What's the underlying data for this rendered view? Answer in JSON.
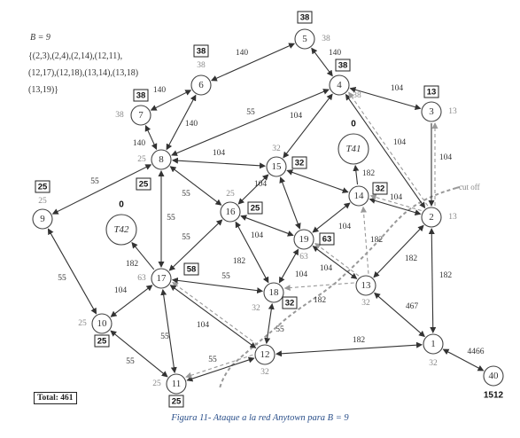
{
  "header": {
    "budget": "B = 9",
    "pairs_lines": [
      "{(2,3),(2,4),(2,14),(12,11),",
      "(12,17),(12,18),(13,14),(13,18)",
      "(13,19)}"
    ]
  },
  "nodes": [
    {
      "id": "1",
      "label": "1"
    },
    {
      "id": "2",
      "label": "2"
    },
    {
      "id": "3",
      "label": "3"
    },
    {
      "id": "4",
      "label": "4"
    },
    {
      "id": "5",
      "label": "5"
    },
    {
      "id": "6",
      "label": "6"
    },
    {
      "id": "7",
      "label": "7"
    },
    {
      "id": "8",
      "label": "8"
    },
    {
      "id": "9",
      "label": "9"
    },
    {
      "id": "10",
      "label": "10"
    },
    {
      "id": "11",
      "label": "11"
    },
    {
      "id": "12",
      "label": "12"
    },
    {
      "id": "13",
      "label": "13"
    },
    {
      "id": "14",
      "label": "14"
    },
    {
      "id": "15",
      "label": "15"
    },
    {
      "id": "16",
      "label": "16"
    },
    {
      "id": "17",
      "label": "17"
    },
    {
      "id": "18",
      "label": "18"
    },
    {
      "id": "19",
      "label": "19"
    },
    {
      "id": "40",
      "label": "40"
    },
    {
      "id": "T41",
      "label": "T41",
      "italic": true
    },
    {
      "id": "T42",
      "label": "T42",
      "italic": true
    }
  ],
  "edges": [
    {
      "from": "5",
      "to": "6",
      "style": "solid",
      "arrows": "both",
      "label": "140"
    },
    {
      "from": "5",
      "to": "4",
      "style": "solid",
      "arrows": "both",
      "label": "140"
    },
    {
      "from": "6",
      "to": "7",
      "style": "solid",
      "arrows": "both",
      "label": "140"
    },
    {
      "from": "6",
      "to": "8",
      "style": "solid",
      "arrows": "both",
      "label": "140"
    },
    {
      "from": "7",
      "to": "8",
      "style": "solid",
      "arrows": "both",
      "label": "140"
    },
    {
      "from": "4",
      "to": "8",
      "style": "solid",
      "arrows": "both",
      "label": "55"
    },
    {
      "from": "4",
      "to": "3",
      "style": "solid",
      "arrows": "both",
      "label": "104"
    },
    {
      "from": "4",
      "to": "15",
      "style": "solid",
      "arrows": "both",
      "label": "104"
    },
    {
      "from": "4",
      "to": "2",
      "style": "solid",
      "arrows": "both",
      "label": "104"
    },
    {
      "from": "2",
      "to": "4",
      "style": "dashed",
      "arrows": "end",
      "label": ""
    },
    {
      "from": "2",
      "to": "3",
      "style": "dashed",
      "arrows": "end",
      "label": ""
    },
    {
      "from": "3",
      "to": "2",
      "style": "solid",
      "arrows": "end",
      "label": "104"
    },
    {
      "from": "8",
      "to": "15",
      "style": "solid",
      "arrows": "both",
      "label": "104"
    },
    {
      "from": "8",
      "to": "9",
      "style": "solid",
      "arrows": "both",
      "label": "55"
    },
    {
      "from": "8",
      "to": "16",
      "style": "solid",
      "arrows": "both",
      "label": "55"
    },
    {
      "from": "8",
      "to": "17",
      "style": "solid",
      "arrows": "both",
      "label": "55"
    },
    {
      "from": "15",
      "to": "14",
      "style": "solid",
      "arrows": "both",
      "label": ""
    },
    {
      "from": "15",
      "to": "16",
      "style": "solid",
      "arrows": "both",
      "label": "104"
    },
    {
      "from": "15",
      "to": "19",
      "style": "solid",
      "arrows": "both",
      "label": ""
    },
    {
      "from": "14",
      "to": "T41",
      "style": "solid",
      "arrows": "end",
      "label": "182"
    },
    {
      "from": "14",
      "to": "2",
      "style": "solid",
      "arrows": "both",
      "label": "104"
    },
    {
      "from": "2",
      "to": "14",
      "style": "dashed",
      "arrows": "end",
      "label": ""
    },
    {
      "from": "14",
      "to": "19",
      "style": "solid",
      "arrows": "both",
      "label": "104"
    },
    {
      "from": "13",
      "to": "14",
      "style": "dashed",
      "arrows": "end",
      "label": "182"
    },
    {
      "from": "16",
      "to": "19",
      "style": "solid",
      "arrows": "both",
      "label": "104"
    },
    {
      "from": "16",
      "to": "17",
      "style": "solid",
      "arrows": "both",
      "label": "55"
    },
    {
      "from": "16",
      "to": "18",
      "style": "solid",
      "arrows": "both",
      "label": "182"
    },
    {
      "from": "19",
      "to": "18",
      "style": "solid",
      "arrows": "both",
      "label": "104"
    },
    {
      "from": "19",
      "to": "13",
      "style": "solid",
      "arrows": "both",
      "label": "104"
    },
    {
      "from": "13",
      "to": "19",
      "style": "dashed",
      "arrows": "end",
      "label": ""
    },
    {
      "from": "2",
      "to": "13",
      "style": "solid",
      "arrows": "both",
      "label": "182"
    },
    {
      "from": "2",
      "to": "1",
      "style": "solid",
      "arrows": "both",
      "label": "182"
    },
    {
      "from": "13",
      "to": "1",
      "style": "solid",
      "arrows": "both",
      "label": "467"
    },
    {
      "from": "13",
      "to": "18",
      "style": "dashed",
      "arrows": "end",
      "label": "182"
    },
    {
      "from": "17",
      "to": "18",
      "style": "solid",
      "arrows": "both",
      "label": "55"
    },
    {
      "from": "18",
      "to": "12",
      "style": "solid",
      "arrows": "both",
      "label": "55"
    },
    {
      "from": "12",
      "to": "17",
      "style": "dashed",
      "arrows": "end",
      "label": ""
    },
    {
      "from": "1",
      "to": "12",
      "style": "solid",
      "arrows": "both",
      "label": "182"
    },
    {
      "from": "1",
      "to": "40",
      "style": "solid",
      "arrows": "both",
      "label": "4466"
    },
    {
      "from": "17",
      "to": "T42",
      "style": "solid",
      "arrows": "end",
      "label": "182"
    },
    {
      "from": "17",
      "to": "10",
      "style": "solid",
      "arrows": "both",
      "label": "104"
    },
    {
      "from": "17",
      "to": "11",
      "style": "solid",
      "arrows": "both",
      "label": "55"
    },
    {
      "from": "17",
      "to": "12",
      "style": "solid",
      "arrows": "both",
      "label": "104"
    },
    {
      "from": "9",
      "to": "10",
      "style": "solid",
      "arrows": "both",
      "label": "55"
    },
    {
      "from": "10",
      "to": "11",
      "style": "solid",
      "arrows": "both",
      "label": "55"
    },
    {
      "from": "11",
      "to": "12",
      "style": "solid",
      "arrows": "both",
      "label": "55"
    },
    {
      "from": "12",
      "to": "11",
      "style": "dashed",
      "arrows": "end",
      "label": ""
    }
  ],
  "grey_values": [
    {
      "node": "5",
      "value": "38"
    },
    {
      "node": "4",
      "value": "38"
    },
    {
      "node": "6",
      "value": "38"
    },
    {
      "node": "7",
      "value": "38"
    },
    {
      "node": "3",
      "value": "13"
    },
    {
      "node": "2",
      "value": "13"
    },
    {
      "node": "8",
      "value": "25"
    },
    {
      "node": "9",
      "value": "25"
    },
    {
      "node": "15",
      "value": "32"
    },
    {
      "node": "16",
      "value": "25"
    },
    {
      "node": "19",
      "value": "63"
    },
    {
      "node": "17",
      "value": "63"
    },
    {
      "node": "18",
      "value": "32"
    },
    {
      "node": "13",
      "value": "32"
    },
    {
      "node": "10",
      "value": "25"
    },
    {
      "node": "11",
      "value": "25"
    },
    {
      "node": "12",
      "value": "32"
    },
    {
      "node": "1",
      "value": "32"
    }
  ],
  "boxed_values": [
    {
      "node": "5",
      "value": "38"
    },
    {
      "node": "4",
      "value": "38"
    },
    {
      "node": "6",
      "value": "38"
    },
    {
      "node": "7",
      "value": "38"
    },
    {
      "node": "3",
      "value": "13"
    },
    {
      "node": "9",
      "value": "25"
    },
    {
      "node": "8",
      "value": "25"
    },
    {
      "node": "15",
      "value": "32"
    },
    {
      "node": "16",
      "value": "25"
    },
    {
      "node": "14",
      "value": "32"
    },
    {
      "node": "19",
      "value": "63"
    },
    {
      "node": "17",
      "value": "58"
    },
    {
      "node": "18",
      "value": "32"
    },
    {
      "node": "10",
      "value": "25"
    },
    {
      "node": "11",
      "value": "25"
    }
  ],
  "plain_values": [
    {
      "node": "T41",
      "value": "0"
    },
    {
      "node": "T42",
      "value": "0"
    },
    {
      "node": "40",
      "value": "1512"
    }
  ],
  "cut_label": "cut off",
  "total": "Total: 461",
  "caption": "Figura 11- Ataque a la red Anytown para B = 9"
}
